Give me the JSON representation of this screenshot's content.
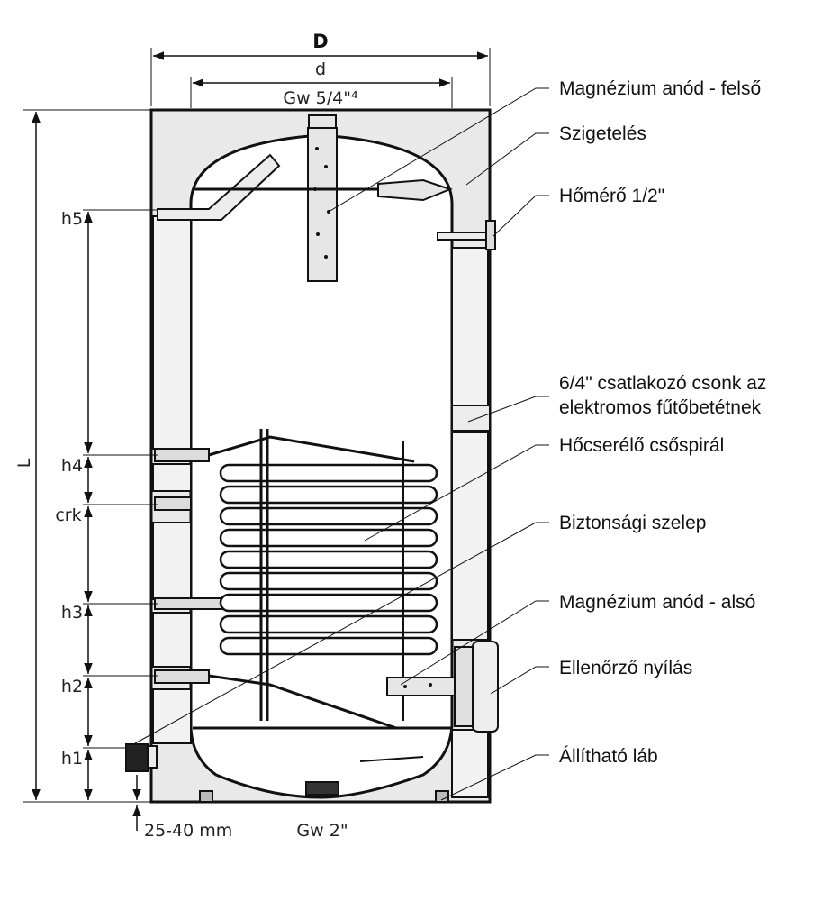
{
  "dimensions": {
    "D": "D",
    "d": "d",
    "top_thread": "Gw 5/4\"⁴",
    "L": "L",
    "h5": "h5",
    "h4": "h4",
    "crk": "crk",
    "h3": "h3",
    "h2": "h2",
    "h1": "h1",
    "foot_range": "25-40 mm",
    "bottom_thread": "Gw 2\""
  },
  "callouts": {
    "anode_top": "Magnézium anód - felső",
    "insulation": "Szigetelés",
    "thermometer": "Hőmérő 1/2\"",
    "heater_socket_line1": "6/4\" csatlakozó csonk az",
    "heater_socket_line2": "elektromos fűtőbetétnek",
    "coil": "Hőcserélő csőspirál",
    "safety_valve": "Biztonsági szelep",
    "anode_bottom": "Magnézium anód - alsó",
    "inspection": "Ellenőrző nyílás",
    "foot": "Állítható láb"
  }
}
